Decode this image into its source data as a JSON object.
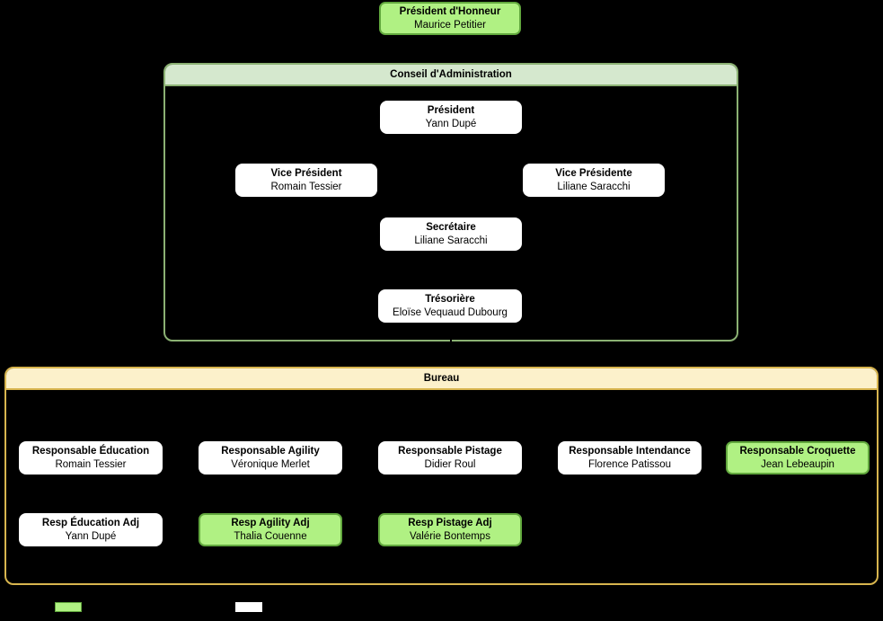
{
  "colors": {
    "background": "#000000",
    "text": "#000000",
    "node_white_fill": "#ffffff",
    "node_green_fill": "#b0f183",
    "node_green_border": "#62a83e",
    "conseil_border": "#8bb173",
    "conseil_header_fill": "#d5e8ce",
    "bureau_border": "#d8b54e",
    "bureau_header_fill": "#fcf1cb"
  },
  "honorary": {
    "title": "Président d'Honneur",
    "name": "Maurice Petitier"
  },
  "conseil": {
    "title": "Conseil d'Administration",
    "nodes": [
      {
        "title": "Président",
        "name": "Yann Dupé"
      },
      {
        "title": "Vice Président",
        "name": "Romain Tessier"
      },
      {
        "title": "Vice Présidente",
        "name": "Liliane Saracchi"
      },
      {
        "title": "Secrétaire",
        "name": "Liliane Saracchi"
      },
      {
        "title": "Trésorière",
        "name": "Eloïse Vequaud Dubourg"
      }
    ]
  },
  "bureau": {
    "title": "Bureau",
    "row1": [
      {
        "title": "Responsable Éducation",
        "name": "Romain Tessier"
      },
      {
        "title": "Responsable Agility",
        "name": "Véronique Merlet"
      },
      {
        "title": "Responsable Pistage",
        "name": "Didier Roul"
      },
      {
        "title": "Responsable Intendance",
        "name": "Florence Patissou"
      },
      {
        "title": "Responsable Croquette",
        "name": "Jean Lebeaupin"
      }
    ],
    "row2": [
      {
        "title": "Resp Éducation Adj",
        "name": "Yann Dupé"
      },
      {
        "title": "Resp Agility Adj",
        "name": "Thalia Couenne"
      },
      {
        "title": "Resp Pistage Adj",
        "name": "Valérie Bontemps"
      }
    ]
  }
}
